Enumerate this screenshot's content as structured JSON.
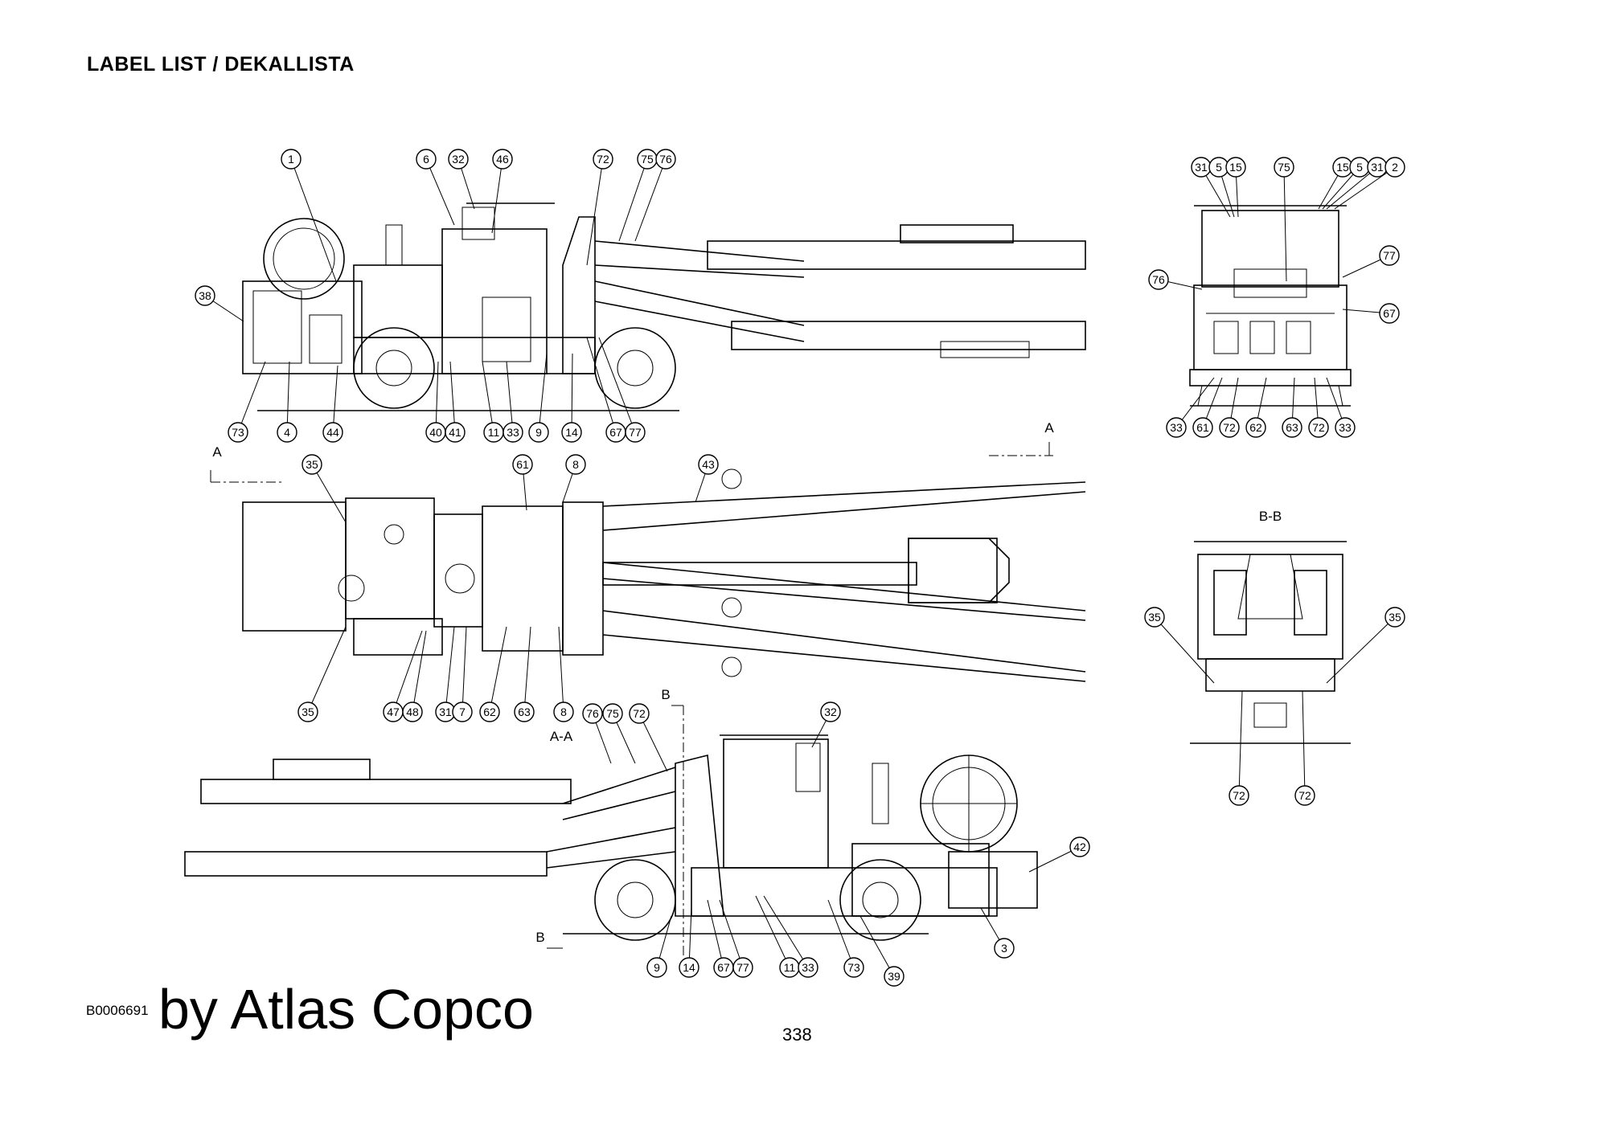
{
  "header": {
    "title": "LABEL LIST / DEKALLISTA"
  },
  "footer": {
    "doc_code": "B0006691",
    "page_number": "338"
  },
  "watermark": {
    "text": "by Atlas Copco"
  },
  "section_labels": {
    "section_a": "A",
    "section_b": "B",
    "view_aa": "A-A",
    "view_bb": "B-B"
  },
  "callouts": {
    "side_view": [
      "1",
      "6",
      "32",
      "46",
      "72",
      "75",
      "76",
      "38",
      "73",
      "4",
      "44",
      "40",
      "41",
      "11",
      "33",
      "9",
      "14",
      "67",
      "77"
    ],
    "front_view": [
      "31",
      "5",
      "15",
      "75",
      "15",
      "5",
      "31",
      "2",
      "76",
      "77",
      "67",
      "33",
      "61",
      "72",
      "62",
      "63",
      "72",
      "33"
    ],
    "top_view": [
      "35",
      "61",
      "8",
      "43",
      "35",
      "47",
      "48",
      "31",
      "7",
      "62",
      "63",
      "8"
    ],
    "rear_view": [
      "35",
      "35",
      "72",
      "72"
    ],
    "view_aa": [
      "76",
      "75",
      "72",
      "32",
      "42",
      "3",
      "9",
      "14",
      "67",
      "77",
      "11",
      "33",
      "73",
      "39"
    ]
  }
}
